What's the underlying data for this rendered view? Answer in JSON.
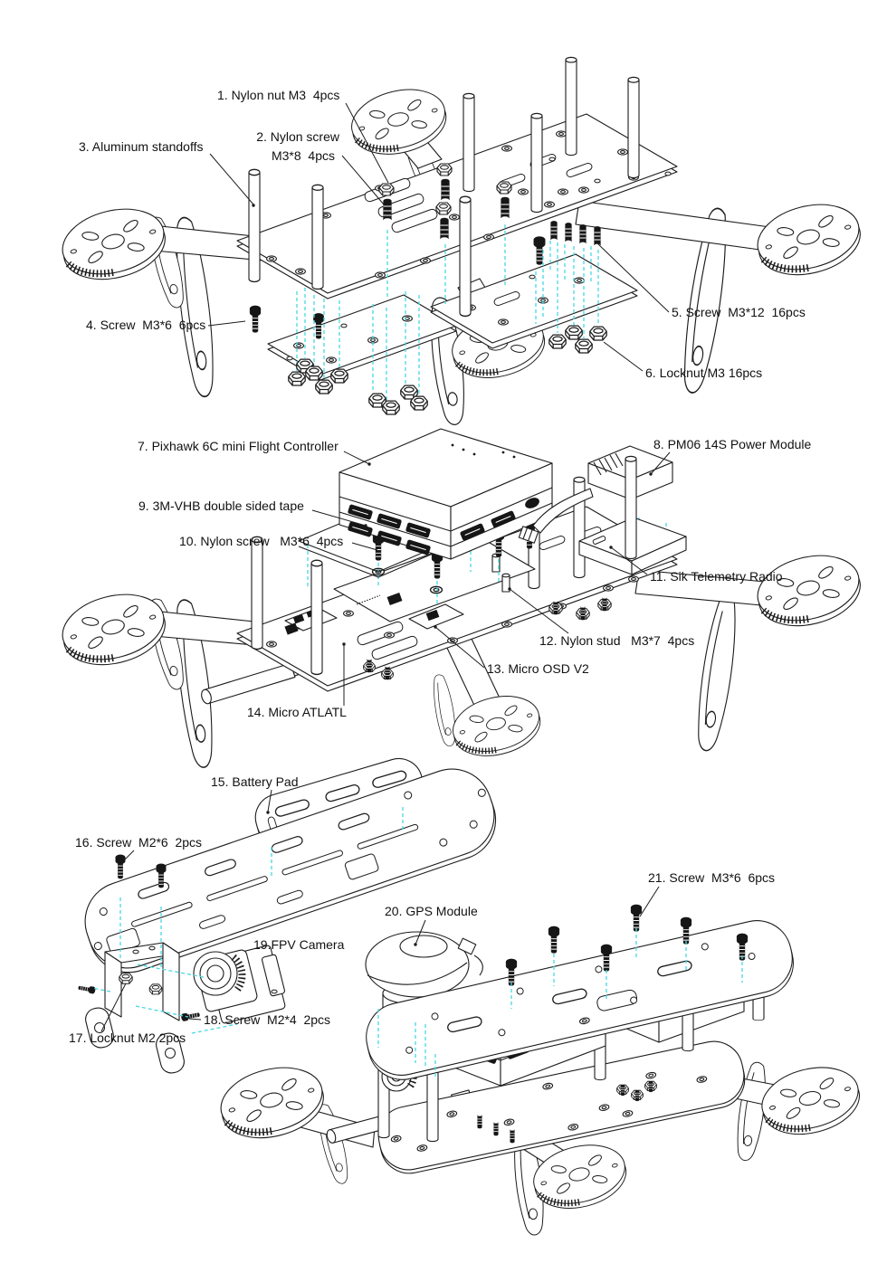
{
  "colors": {
    "background": "#ffffff",
    "ink": "#1c1c1c",
    "guide": "#46d9e4"
  },
  "views": [
    {
      "name": "frame-exploded",
      "parts": [
        {
          "label": "1. Nylon nut M3  4pcs"
        },
        {
          "label": "2. Nylon screw",
          "label2": "M3*8  4pcs"
        },
        {
          "label": "3. Aluminum standoffs"
        },
        {
          "label": "4. Screw  M3*6  6pcs"
        },
        {
          "label": "5. Screw  M3*12  16pcs"
        },
        {
          "label": "6. Locknut M3 16pcs"
        }
      ]
    },
    {
      "name": "electronics-exploded",
      "parts": [
        {
          "label": "7. Pixhawk 6C mini Flight Controller"
        },
        {
          "label": "8. PM06 14S Power Module"
        },
        {
          "label": "9. 3M-VHB double sided tape"
        },
        {
          "label": "10. Nylon screw   M3*6  4pcs"
        },
        {
          "label": "11. Sik Telemetry Radio"
        },
        {
          "label": "12. Nylon stud   M3*7  4pcs"
        },
        {
          "label": "13. Micro OSD V2"
        },
        {
          "label": "14. Micro ATLATL"
        }
      ]
    },
    {
      "name": "final-assembly",
      "parts": [
        {
          "label": "15. Battery Pad"
        },
        {
          "label": "16. Screw  M2*6  2pcs"
        },
        {
          "label": "17. Locknut M2 2pcs"
        },
        {
          "label": "18. Screw  M2*4  2pcs"
        },
        {
          "label": "19.FPV Camera"
        },
        {
          "label": "20. GPS Module"
        },
        {
          "label": "21. Screw  M3*6  6pcs"
        }
      ]
    }
  ]
}
